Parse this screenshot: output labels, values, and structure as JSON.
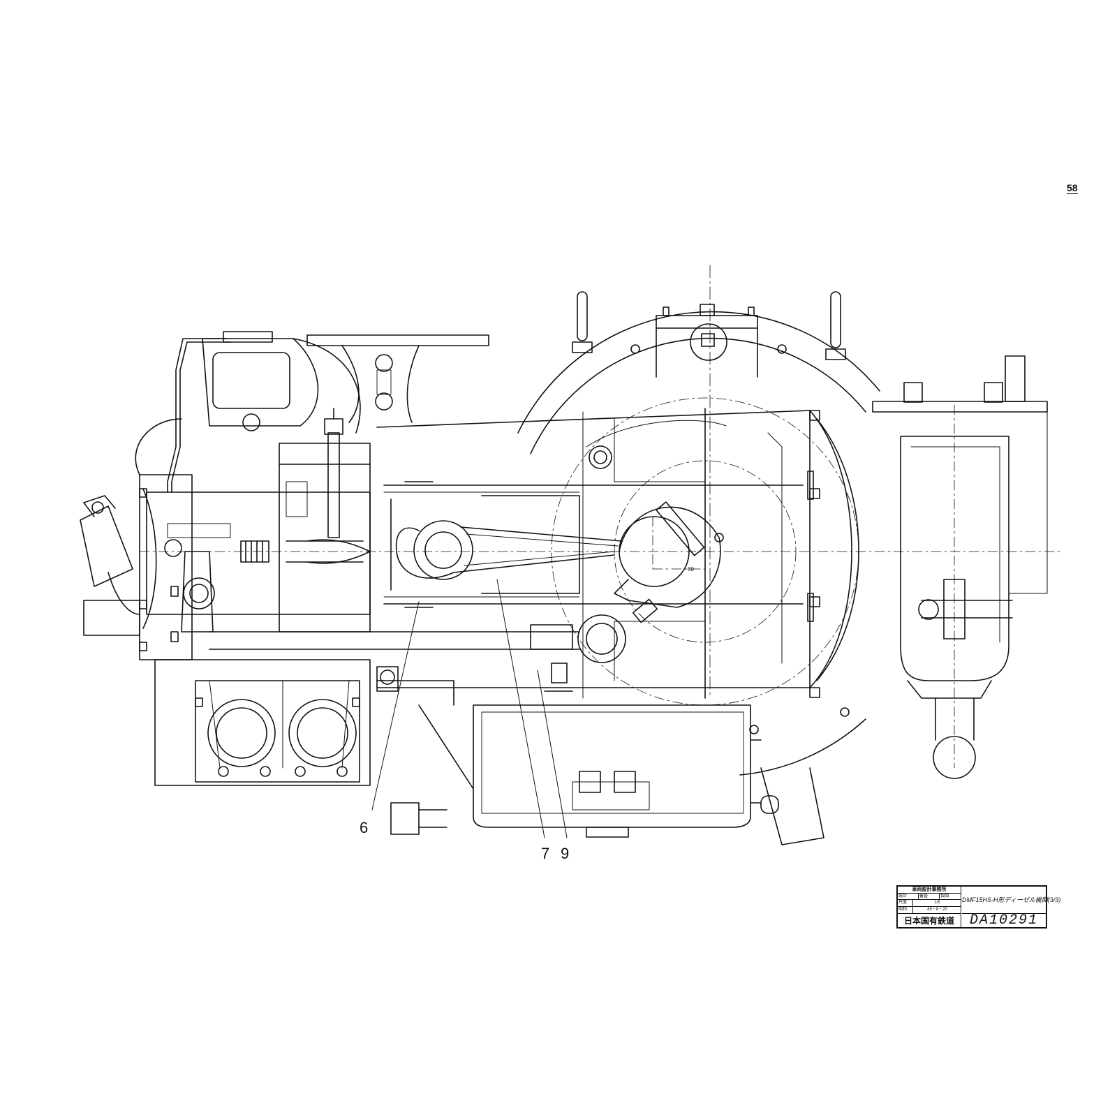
{
  "page_number": "58",
  "callouts": [
    "6",
    "7",
    "9"
  ],
  "title_block": {
    "bureau": "車両設計事務所",
    "row2": [
      "設計",
      "審査",
      "製図"
    ],
    "scale_label": "尺度",
    "scale_value": "1/5",
    "date_label": "昭和",
    "date_value": "45・8・20",
    "organization": "日本国有鉄道",
    "title": "DMF15HS-H形ディーゼル機関(3/3)",
    "drawing_number": "DA10291"
  },
  "colors": {
    "ink": "#111111",
    "paper": "#ffffff"
  }
}
